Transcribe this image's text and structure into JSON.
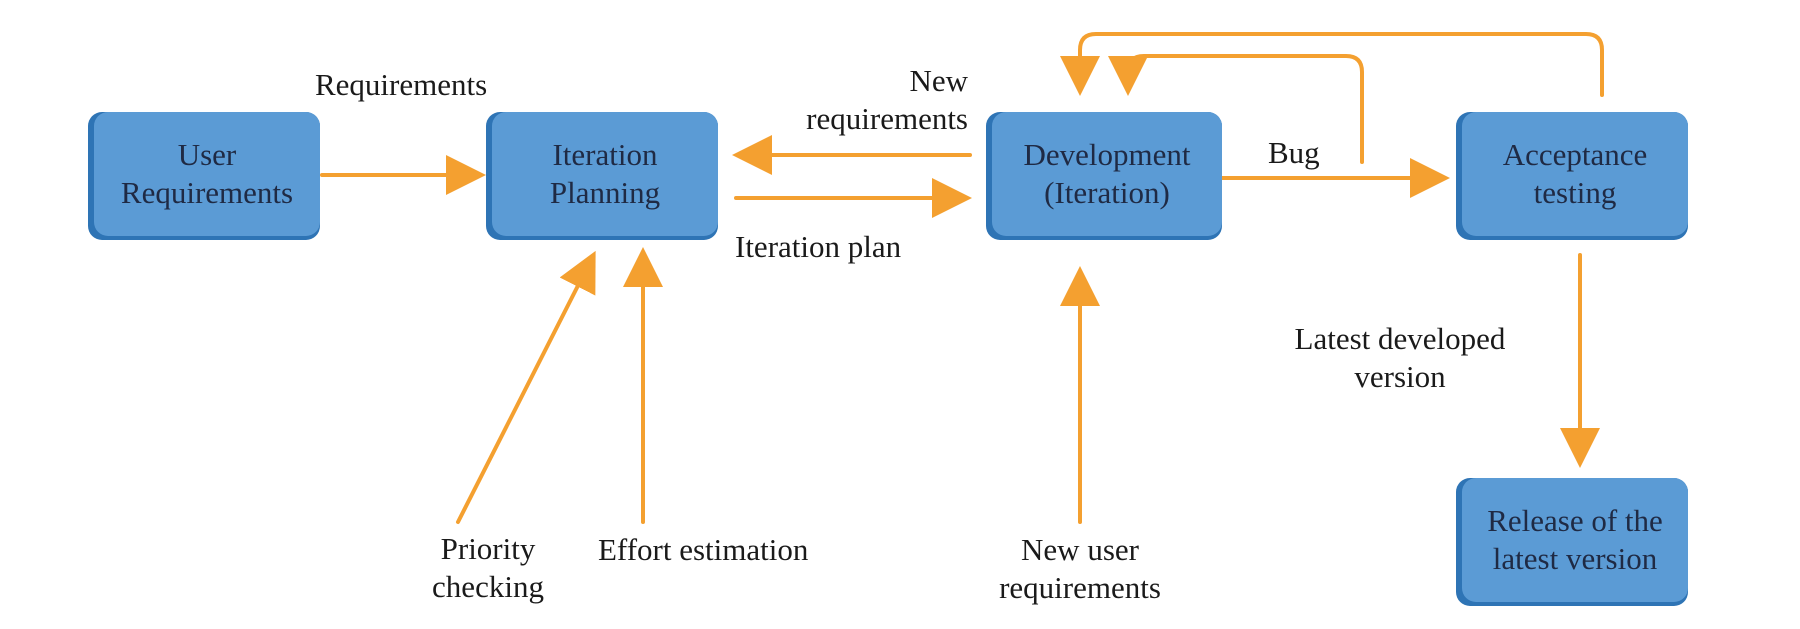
{
  "colors": {
    "box_fill": "#5b9bd5",
    "box_shadow": "#2e74b5",
    "arrow": "#f4a030",
    "text": "#1a1a1a"
  },
  "nodes": {
    "user_requirements": "User\nRequirements",
    "iteration_planning": "Iteration\nPlanning",
    "development": "Development\n(Iteration)",
    "acceptance_testing": "Acceptance\ntesting",
    "release": "Release of the\nlatest version"
  },
  "edge_labels": {
    "requirements": "Requirements",
    "new_requirements": "New\nrequirements",
    "iteration_plan": "Iteration plan",
    "bug": "Bug",
    "latest_developed_version": "Latest developed\nversion",
    "priority_checking": "Priority\nchecking",
    "effort_estimation": "Effort estimation",
    "new_user_requirements": "New user\nrequirements"
  }
}
